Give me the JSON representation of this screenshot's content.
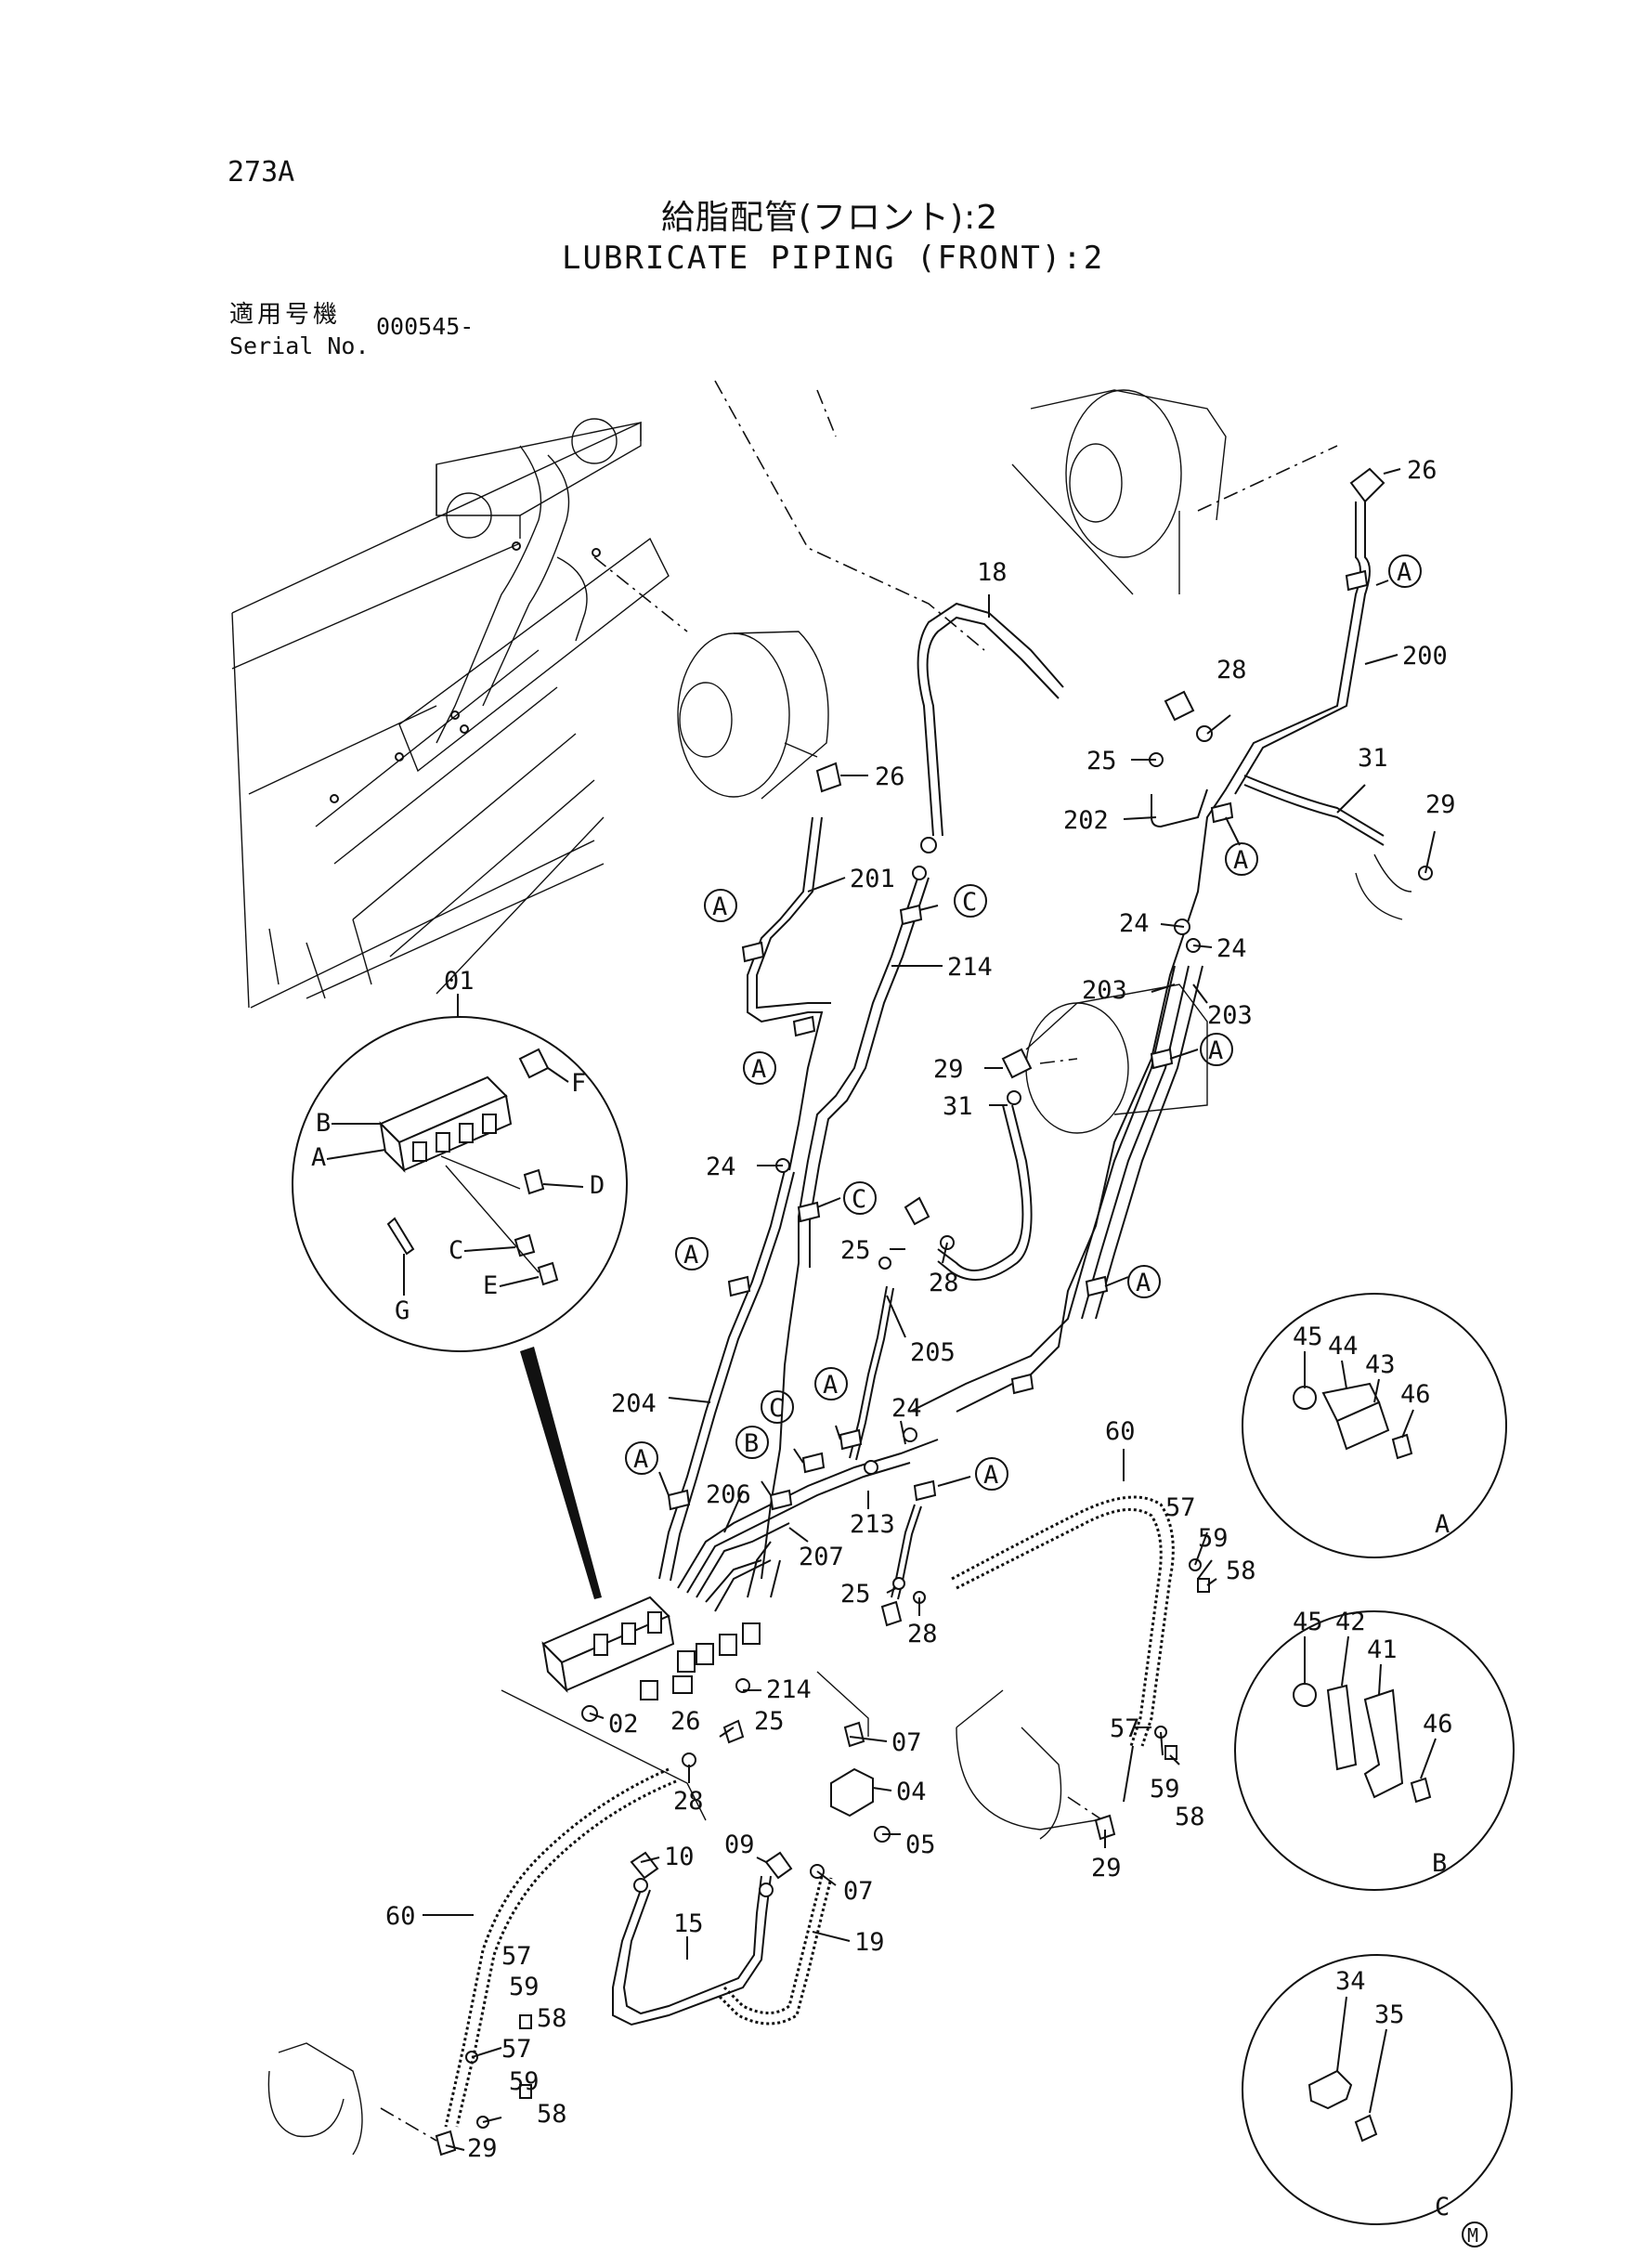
{
  "page_code": "273A",
  "title_jp": "給脂配管(フロント):2",
  "title_en": "LUBRICATE PIPING (FRONT):2",
  "serial_label_jp": "適用号機",
  "serial_label_en": "Serial No.",
  "serial_value": "000545-",
  "callouts": {
    "c26a": "26",
    "cA1": "A",
    "c200": "200",
    "c18": "18",
    "c28a": "28",
    "c25a": "25",
    "c31a": "31",
    "c202": "202",
    "c29a": "29",
    "cA2": "A",
    "c26b": "26",
    "c201": "201",
    "cC1": "C",
    "cA3": "A",
    "c214a": "214",
    "c24a": "24",
    "c24b": "24",
    "c203a": "203",
    "c203b": "203",
    "c01": "01",
    "cA4": "A",
    "c29b": "29",
    "cA5": "A",
    "c31b": "31",
    "c24c": "24",
    "cC2": "C",
    "c25b": "25",
    "c28b": "28",
    "cA6": "A",
    "cA7": "A",
    "c205": "205",
    "c204": "204",
    "cA8": "A",
    "cC3": "C",
    "c24d": "24",
    "cA9": "A",
    "cB1": "B",
    "c206": "206",
    "cA10": "A",
    "c213": "213",
    "c207": "207",
    "c60a": "60",
    "c25c": "25",
    "c28c": "28",
    "c214b": "214",
    "c25d": "25",
    "c26c": "26",
    "c02": "02",
    "c28d": "28",
    "c07a": "07",
    "c04": "04",
    "c10": "10",
    "c09": "09",
    "c05": "05",
    "c07b": "07",
    "c15": "15",
    "c19": "19",
    "c60b": "60",
    "c57a": "57",
    "c59a": "59",
    "c58a": "58",
    "c57b": "57",
    "c59b": "59",
    "c58b": "58",
    "c29c": "29",
    "c57c": "57",
    "c59c": "59",
    "c58c": "58",
    "c57d": "57",
    "c59d": "59",
    "c58d": "58",
    "c29d": "29",
    "dF": "F",
    "dB": "B",
    "dA": "A",
    "dD": "D",
    "dC": "C",
    "dE": "E",
    "dG": "G",
    "dA45": "45",
    "dA44": "44",
    "dA43": "43",
    "dA46": "46",
    "dAlabel": "A",
    "dB45": "45",
    "dB42": "42",
    "dB41": "41",
    "dB46": "46",
    "dBlabel": "B",
    "dC34": "34",
    "dC35": "35",
    "dClabel": "C"
  },
  "mark": "M"
}
